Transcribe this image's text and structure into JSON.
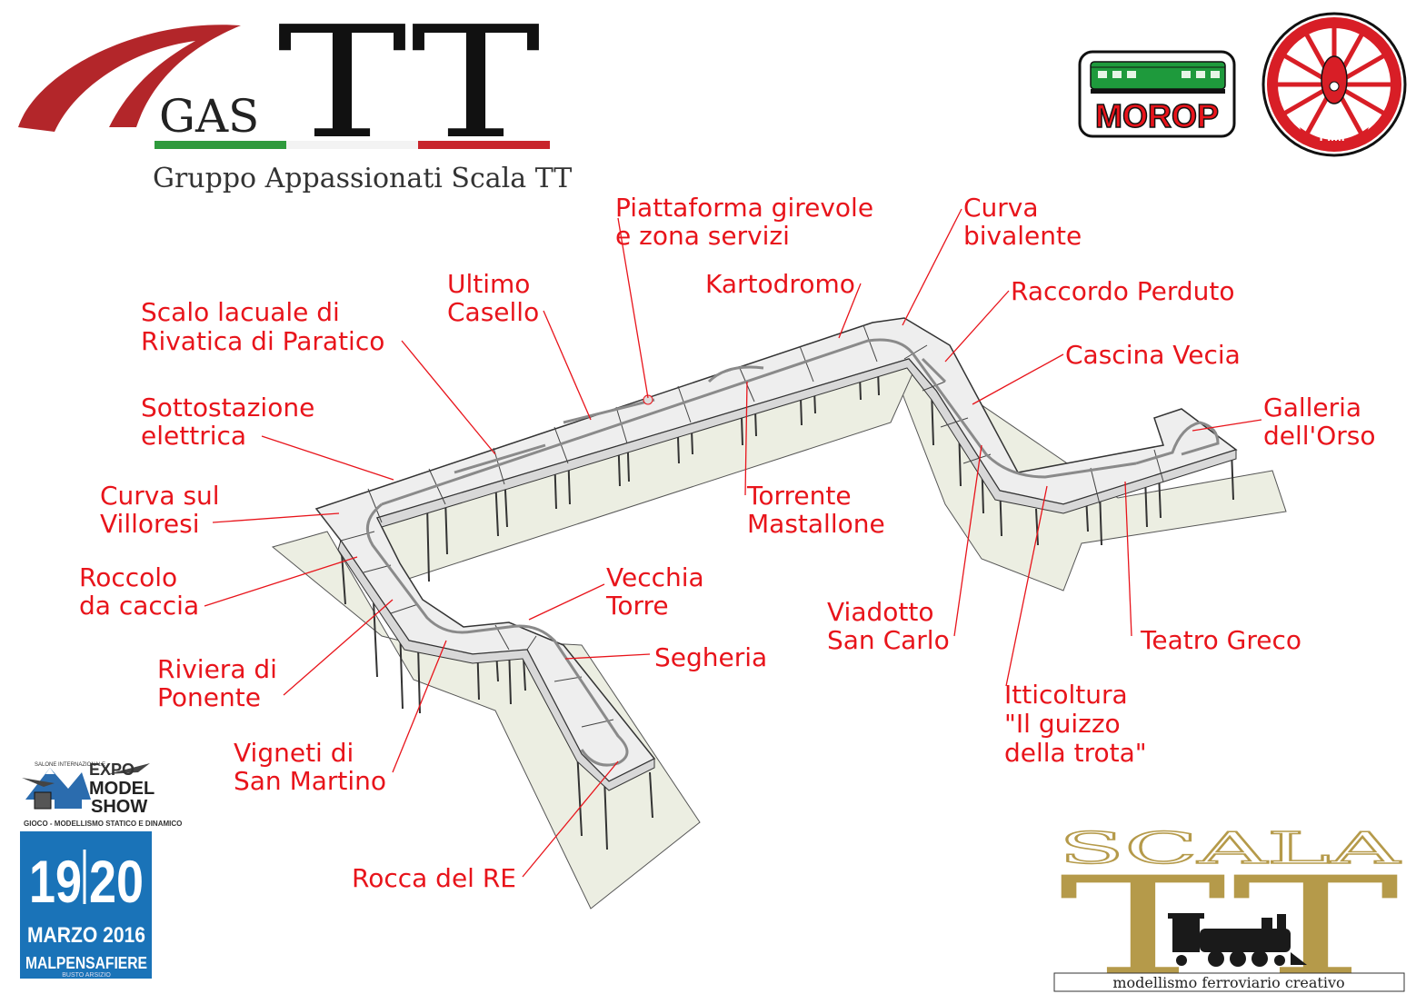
{
  "header": {
    "logo_gas": "GAS",
    "logo_tt": "TT",
    "subtitle": "Gruppo Appassionati Scala TT"
  },
  "partners": {
    "morop": "MOROP",
    "fimf": "FIMF"
  },
  "expo": {
    "top_small": "SALONE INTERNAZIONALE",
    "expo": "EXPO",
    "model": "MODEL",
    "show": "SHOW",
    "tagline": "GIOCO - MODELLISMO STATICO E DINAMICO",
    "day1": "19",
    "day2": "20",
    "month_year": "MARZO 2016",
    "venue": "MALPENSAFIERE",
    "city": "BUSTO ARSIZIO"
  },
  "scala_logo": {
    "scala": "SCALA",
    "tt": "TT",
    "tagline": "modellismo ferroviario creativo"
  },
  "labels": [
    {
      "id": "piattaforma",
      "lines": [
        "Piattaforma girevole",
        "e zona servizi"
      ]
    },
    {
      "id": "curva-bivalente",
      "lines": [
        "Curva",
        "bivalente"
      ]
    },
    {
      "id": "ultimo-casello",
      "lines": [
        "Ultimo",
        "Casello"
      ]
    },
    {
      "id": "kartodromo",
      "lines": [
        "Kartodromo"
      ]
    },
    {
      "id": "raccordo-perduto",
      "lines": [
        "Raccordo Perduto"
      ]
    },
    {
      "id": "scalo-lacuale",
      "lines": [
        "Scalo lacuale di",
        "Rivatica di Paratico"
      ]
    },
    {
      "id": "cascina-vecia",
      "lines": [
        "Cascina Vecia"
      ]
    },
    {
      "id": "sottostazione",
      "lines": [
        "Sottostazione",
        "elettrica"
      ]
    },
    {
      "id": "galleria-orso",
      "lines": [
        "Galleria",
        "dell'Orso"
      ]
    },
    {
      "id": "curva-villoresi",
      "lines": [
        "Curva sul",
        "Villoresi"
      ]
    },
    {
      "id": "torrente-mastallone",
      "lines": [
        "Torrente",
        "Mastallone"
      ]
    },
    {
      "id": "roccolo",
      "lines": [
        "Roccolo",
        "da caccia"
      ]
    },
    {
      "id": "vecchia-torre",
      "lines": [
        "Vecchia",
        "Torre"
      ]
    },
    {
      "id": "viadotto-san-carlo",
      "lines": [
        "Viadotto",
        "San Carlo"
      ]
    },
    {
      "id": "segheria",
      "lines": [
        "Segheria"
      ]
    },
    {
      "id": "teatro-greco",
      "lines": [
        "Teatro Greco"
      ]
    },
    {
      "id": "riviera-ponente",
      "lines": [
        "Riviera di",
        "Ponente"
      ]
    },
    {
      "id": "itticoltura",
      "lines": [
        "Itticoltura",
        "\"Il guizzo",
        "della trota\""
      ]
    },
    {
      "id": "vigneti",
      "lines": [
        "Vigneti di",
        "San Martino"
      ]
    },
    {
      "id": "rocca-re",
      "lines": [
        "Rocca del RE"
      ]
    }
  ],
  "colors": {
    "label_red": "#e8141b",
    "floor": "#eceee2",
    "module_top": "#eeeeee",
    "track": "#8a8a8a",
    "gold": "#b59a4a",
    "italy_green": "#2e9a3c",
    "italy_red": "#c8242b",
    "expo_blue": "#1a73b8"
  }
}
